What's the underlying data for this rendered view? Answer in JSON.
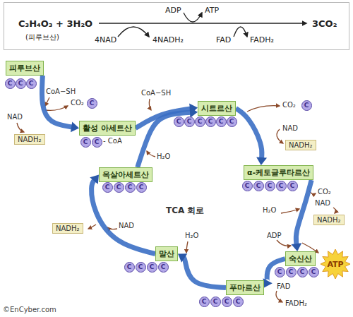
{
  "diagram": {
    "nodes": [
      {
        "text": [
          "C₃H₄O₃ + 3H₂O",
          "(피루브산)",
          "ADP",
          "ATP",
          "4NAD",
          "4NADH₂",
          "FAD",
          "FADH₂",
          "3CO₂"
        ]
      },
      {
        "text": [
          "피루브산"
        ]
      },
      {
        "text": [
          "C"
        ]
      },
      {
        "text": [
          "C"
        ]
      },
      {
        "text": [
          "C"
        ]
      },
      {
        "text": [
          "C"
        ]
      },
      {
        "text": [
          "NADH₂"
        ]
      },
      {
        "text": [
          "활성 아세트산"
        ]
      },
      {
        "text": [
          "C"
        ]
      },
      {
        "text": [
          "C"
        ]
      },
      {
        "text": [
          "시트르산"
        ]
      },
      {
        "text": [
          "C"
        ]
      },
      {
        "text": [
          "C"
        ]
      },
      {
        "text": [
          "C"
        ]
      },
      {
        "text": [
          "C"
        ]
      },
      {
        "text": [
          "C"
        ]
      },
      {
        "text": [
          "C"
        ]
      },
      {
        "text": [
          "C"
        ]
      },
      {
        "text": [
          "NADH₂"
        ]
      },
      {
        "text": [
          "α-케토글루타르산"
        ]
      },
      {
        "text": [
          "C"
        ]
      },
      {
        "text": [
          "C"
        ]
      },
      {
        "text": [
          "C"
        ]
      },
      {
        "text": [
          "C"
        ]
      },
      {
        "text": [
          "C"
        ]
      },
      {
        "text": [
          "NADH₂"
        ]
      },
      {
        "text": [
          "ATP"
        ]
      },
      {
        "text": [
          "숙신산"
        ]
      },
      {
        "text": [
          "C"
        ]
      },
      {
        "text": [
          "C"
        ]
      },
      {
        "text": [
          "C"
        ]
      },
      {
        "text": [
          "C"
        ]
      },
      {
        "text": [
          "푸마르산"
        ]
      },
      {
        "text": [
          "C"
        ]
      },
      {
        "text": [
          "C"
        ]
      },
      {
        "text": [
          "C"
        ]
      },
      {
        "text": [
          "C"
        ]
      },
      {
        "text": [
          "말산"
        ]
      },
      {
        "text": [
          "C"
        ]
      },
      {
        "text": [
          "C"
        ]
      },
      {
        "text": [
          "C"
        ]
      },
      {
        "text": [
          "C"
        ]
      },
      {
        "text": [
          "NADH₂"
        ]
      },
      {
        "text": [
          "옥살아세트산"
        ]
      },
      {
        "text": [
          "C"
        ]
      },
      {
        "text": [
          "C"
        ]
      },
      {
        "text": [
          "C"
        ]
      },
      {
        "text": [
          "C"
        ]
      }
    ],
    "edges": [
      {
        "from": 1,
        "to": 7,
        "arrow": "to"
      },
      {
        "from": 7,
        "to": 10,
        "arrow": "to"
      },
      {
        "from": 43,
        "to": 10,
        "arrow": "to"
      },
      {
        "from": 10,
        "to": 19,
        "arrow": "to"
      },
      {
        "from": 19,
        "to": 27,
        "arrow": "to"
      },
      {
        "from": 27,
        "to": 32,
        "arrow": "to"
      },
      {
        "from": 32,
        "to": 37,
        "arrow": "to"
      },
      {
        "from": 37,
        "to": 43,
        "arrow": "to"
      }
    ],
    "labels": [
      "CoA−SH",
      "CO₂",
      "NAD",
      "- CoA",
      "CoA−SH",
      "CO₂",
      "NAD",
      "H₂O",
      "CO₂",
      "NAD",
      "H₂O",
      "ADP",
      "FAD",
      "FADH₂",
      "H₂O",
      "NAD",
      "TCA 회로",
      "©EnCyber.com"
    ]
  }
}
